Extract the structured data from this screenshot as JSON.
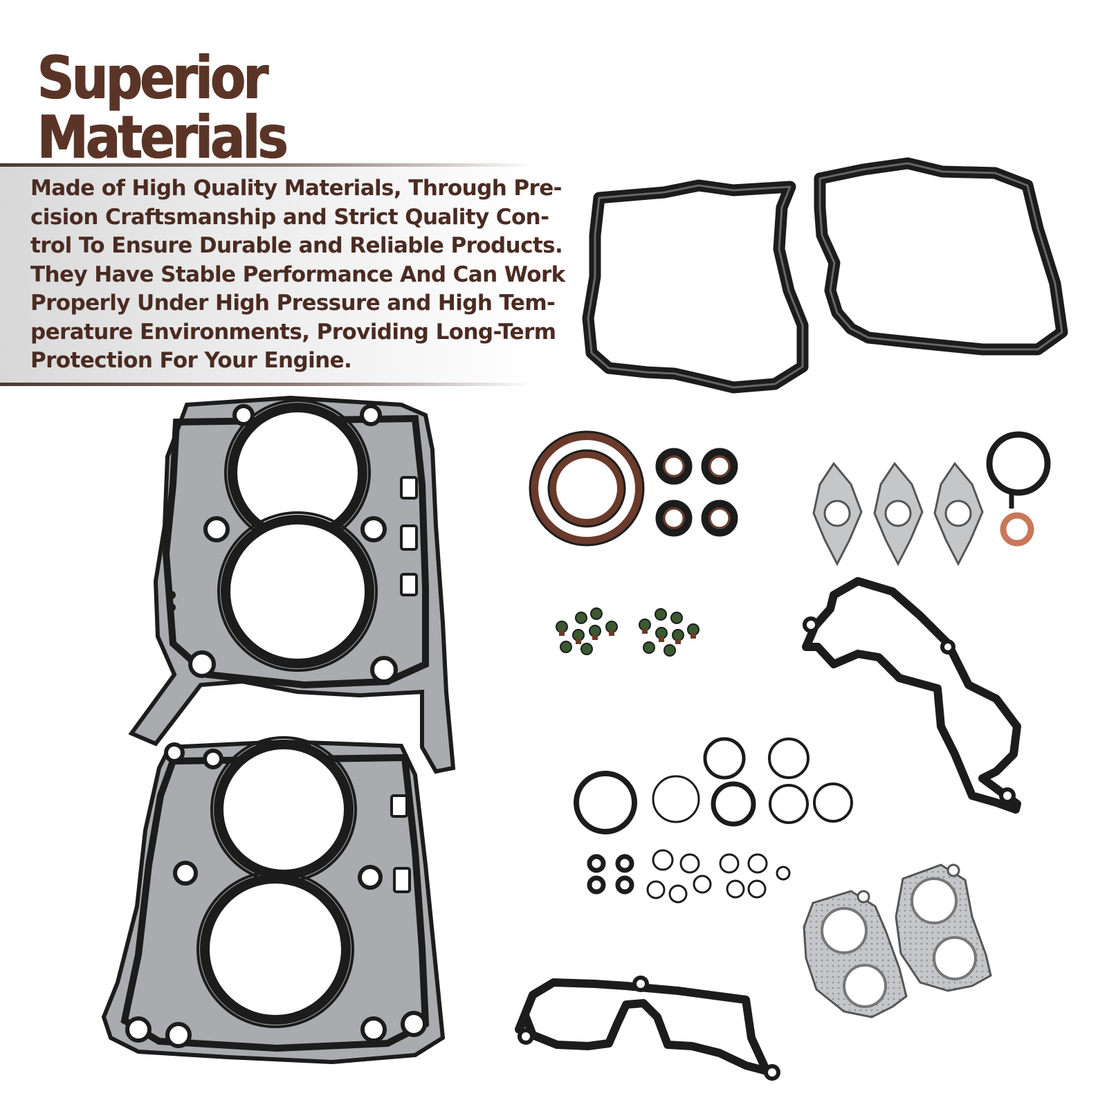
{
  "headline": "Superior Materials",
  "body_lines": [
    "Made of High Quality Materials, Through Pre-",
    "cision Craftsmanship and Strict Quality Con-",
    "trol To Ensure Durable and Reliable Products.",
    "They Have Stable Performance And Can Work",
    "Properly Under High Pressure and High Tem-",
    "perature Environments, Providing Long-Term",
    "Protection For Your Engine."
  ],
  "colors": {
    "headline": "#5a3527",
    "body_text": "#4a2b22",
    "gasket_rubber": "#1c1c1c",
    "gasket_steel": "#a9abae",
    "seal_brown": "#6a3a2a",
    "copper_washer": "#c8775a"
  },
  "illustration": {
    "parts": [
      "valve-cover-gasket-left",
      "valve-cover-gasket-right",
      "head-gasket-upper",
      "head-gasket-lower",
      "crankshaft-seal-large",
      "camshaft-seals",
      "exhaust-flange-gaskets",
      "throttle-body-gasket",
      "copper-washer",
      "valve-stem-seals",
      "intake-manifold-gasket-right",
      "o-rings",
      "intake-manifold-gasket-bottom",
      "exhaust-manifold-gaskets"
    ]
  }
}
